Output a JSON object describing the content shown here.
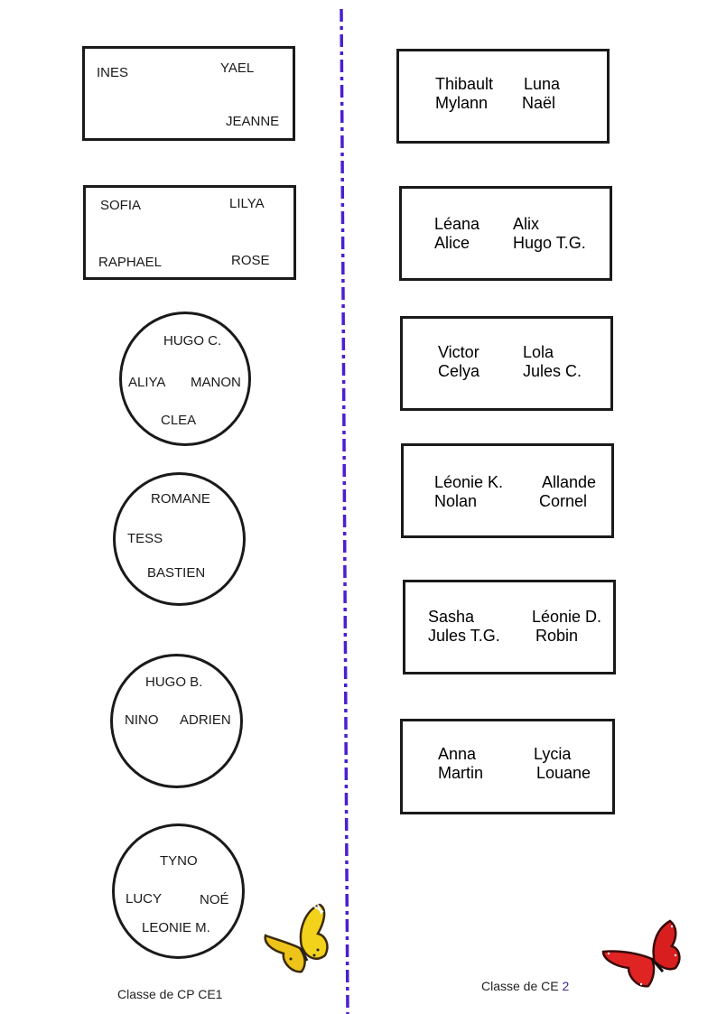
{
  "left_class": {
    "caption": "Classe de CP  CE1",
    "groups": [
      {
        "shape": "rectangle",
        "names": [
          "INES",
          "YAEL",
          "JEANNE"
        ]
      },
      {
        "shape": "rectangle",
        "names": [
          "SOFIA",
          "LILYA",
          "RAPHAEL",
          "ROSE"
        ]
      },
      {
        "shape": "circle",
        "names": [
          "HUGO C.",
          "ALIYA",
          "MANON",
          "CLEA"
        ]
      },
      {
        "shape": "circle",
        "names": [
          "ROMANE",
          "TESS",
          "BASTIEN"
        ]
      },
      {
        "shape": "circle",
        "names": [
          "HUGO B.",
          "NINO",
          "ADRIEN"
        ]
      },
      {
        "shape": "circle",
        "names": [
          "TYNO",
          "LUCY",
          "NOÉ",
          "LEONIE M."
        ]
      }
    ]
  },
  "right_class": {
    "caption_prefix": "Classe de CE",
    "caption_number": "2",
    "groups": [
      {
        "names": [
          "Thibault",
          "Luna",
          "Mylann",
          "Naël"
        ]
      },
      {
        "names": [
          "Léana",
          "Alix",
          "Alice",
          "Hugo T.G."
        ]
      },
      {
        "names": [
          "Victor",
          "Lola",
          "Celya",
          "Jules C."
        ]
      },
      {
        "names": [
          "Léonie K.",
          "Allande",
          "Nolan",
          "Cornel"
        ]
      },
      {
        "names": [
          "Sasha",
          "Léonie D.",
          "Jules T.G.",
          "Robin"
        ]
      },
      {
        "names": [
          "Anna",
          "Lycia",
          "Martin",
          "Louane"
        ]
      }
    ]
  },
  "colors": {
    "divider": "#4a1fd0",
    "border": "#1a1a1a",
    "butterfly_left": "#f2d21a",
    "butterfly_right": "#d81e1e"
  },
  "icons": {
    "left": "yellow-butterfly-icon",
    "right": "red-butterfly-icon"
  }
}
